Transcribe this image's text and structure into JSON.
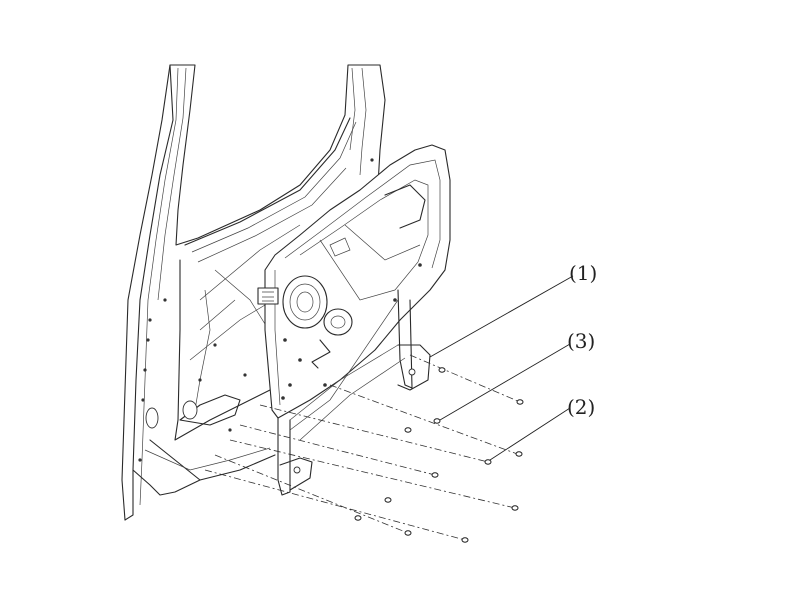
{
  "callouts": {
    "c1": "(1)",
    "c3": "(3)",
    "c2": "(2)"
  }
}
